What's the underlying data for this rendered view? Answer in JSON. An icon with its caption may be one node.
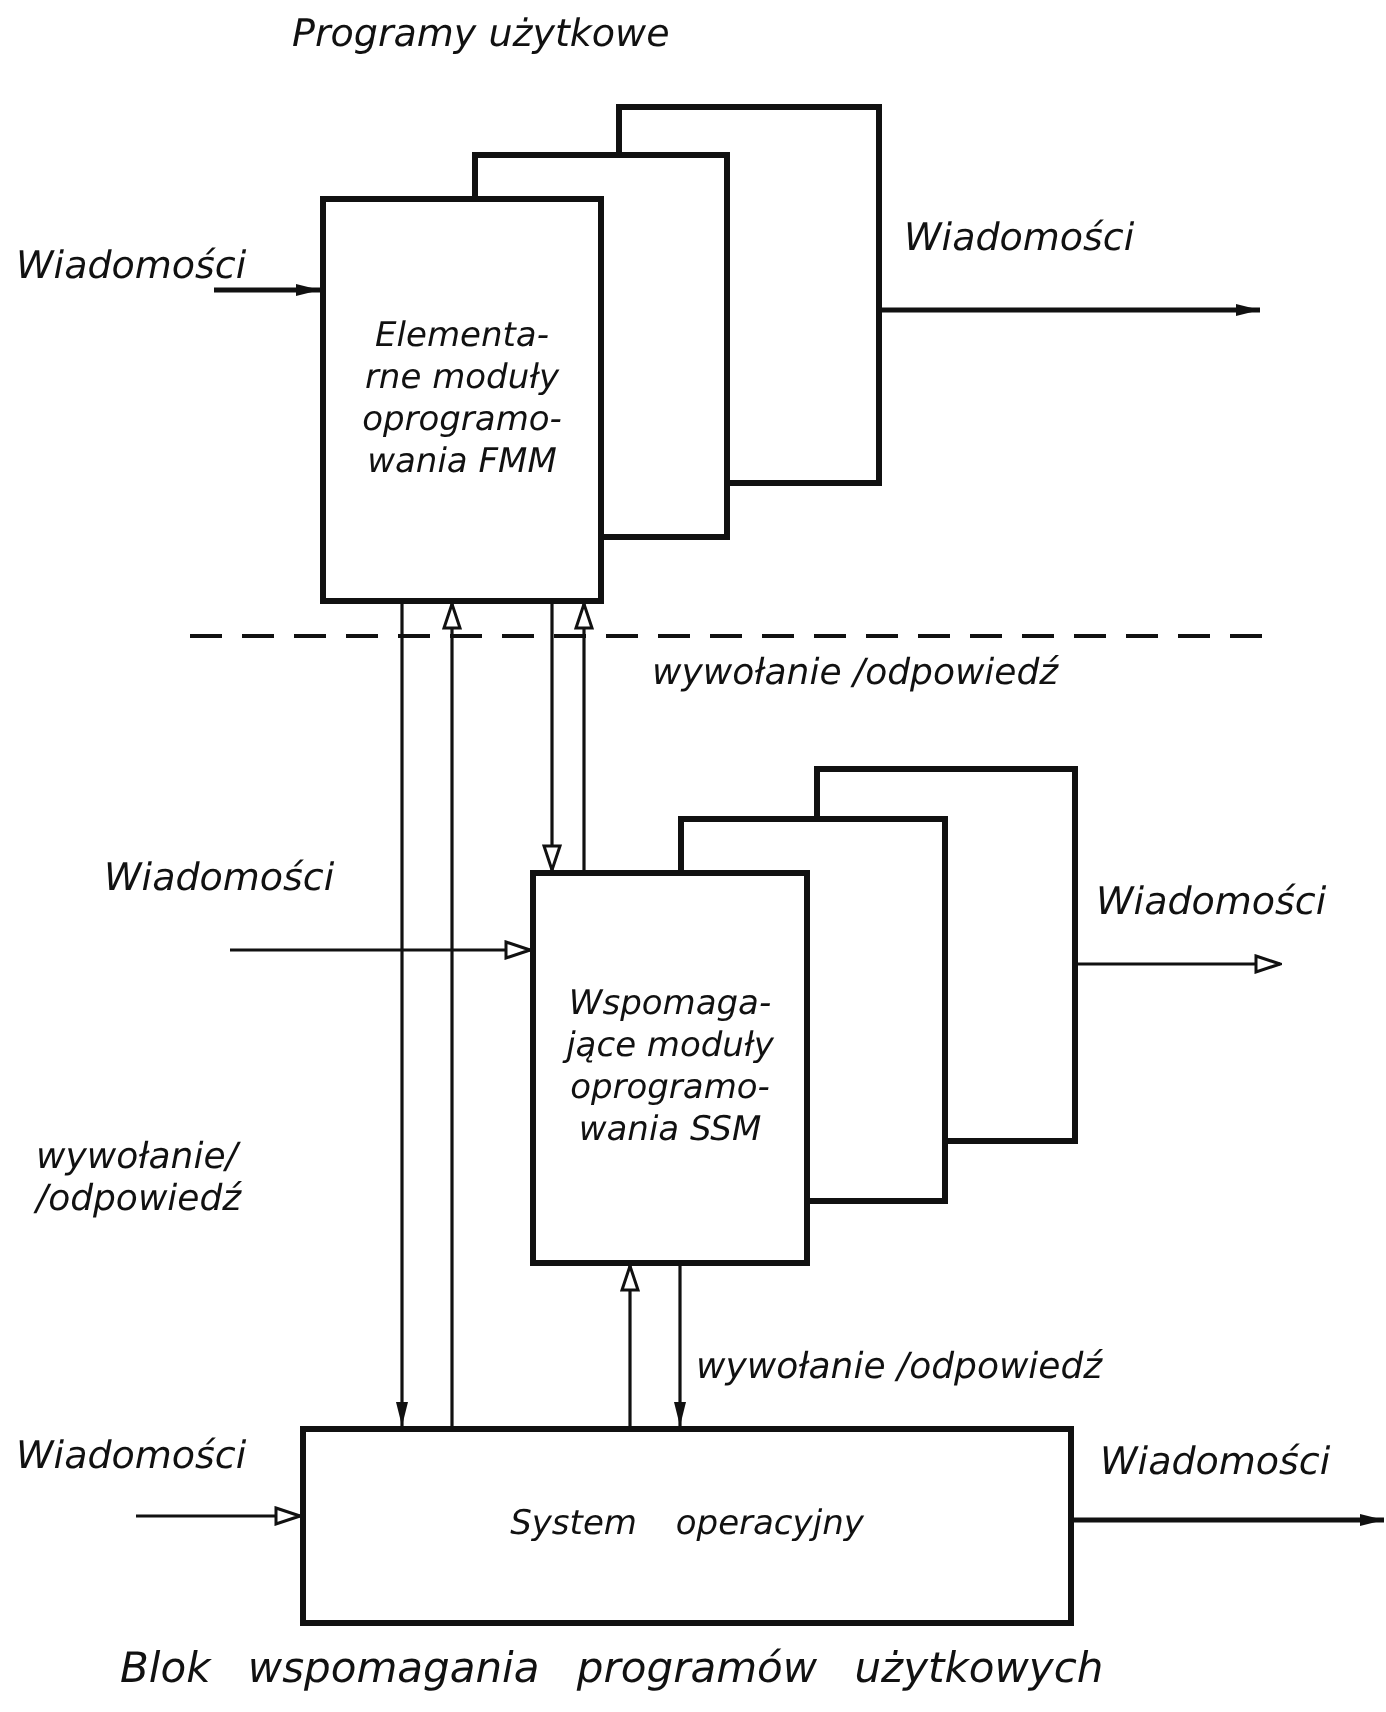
{
  "diagram": {
    "nodes": [
      {
        "text": [
          "Elementa- rne moduły oprogramo- wania FMM"
        ]
      },
      {
        "text": [],
        "shape": "box"
      },
      {
        "text": [],
        "shape": "box"
      },
      {
        "text": [
          "Wspomaga- jące moduły oprogramo- wania SSM"
        ]
      },
      {
        "text": [],
        "shape": "box"
      },
      {
        "text": [],
        "shape": "box"
      },
      {
        "text": [
          "System operacyjny"
        ]
      }
    ],
    "edges": [
      {
        "from": null,
        "to": 0,
        "arrow": "to",
        "label": "Wiadomości"
      },
      {
        "from": 2,
        "to": null,
        "arrow": "to",
        "label": "Wiadomości"
      },
      {
        "from": 0,
        "to": 6,
        "arrow": "to"
      },
      {
        "from": 6,
        "to": 0,
        "arrow": "to"
      },
      {
        "from": 0,
        "to": 3,
        "arrow": "to"
      },
      {
        "from": 3,
        "to": 0,
        "arrow": "to"
      },
      {
        "from": null,
        "to": 3,
        "arrow": "to",
        "label": "Wiadomości"
      },
      {
        "from": 5,
        "to": null,
        "arrow": "to",
        "label": "Wiadomości"
      },
      {
        "from": 6,
        "to": 3,
        "arrow": "to"
      },
      {
        "from": 3,
        "to": 6,
        "arrow": "to"
      },
      {
        "from": null,
        "to": 6,
        "arrow": "to",
        "label": "Wiadomości"
      },
      {
        "from": 6,
        "to": null,
        "arrow": "to",
        "label": "Wiadomości"
      }
    ],
    "labels": [
      "Programy użytkowe",
      "wywołanie /odpowiedź",
      "wywołanie/ /odpowiedź",
      "wywołanie /odpowiedź",
      "Blok wspomagania programów użytkowych"
    ]
  }
}
